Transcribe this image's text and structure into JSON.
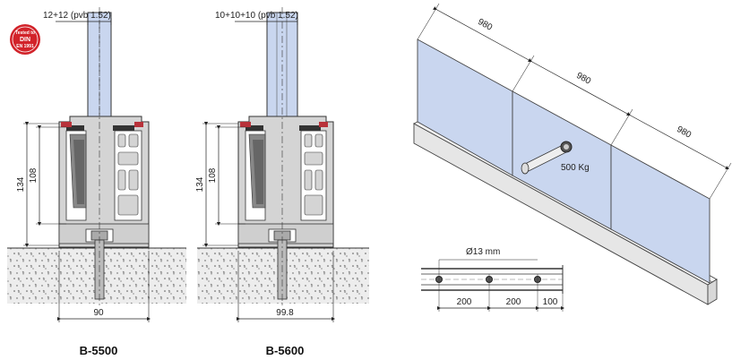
{
  "stamp": {
    "line1": "Tested to",
    "line2": "DIN",
    "line3": "EN 1991"
  },
  "profile_a": {
    "glass_label": "12+12 (pvb 1.52)",
    "height_outer": "134",
    "height_inner": "108",
    "width": "90",
    "model": "B-5500"
  },
  "profile_b": {
    "glass_label": "10+10+10 (pvb 1.52)",
    "height_outer": "134",
    "height_inner": "108",
    "width": "99.8",
    "model": "B-5600"
  },
  "panels": {
    "w1": "980",
    "w2": "980",
    "w3": "980",
    "load": "500 Kg"
  },
  "holes": {
    "diameter": "Ø13 mm",
    "spacing1": "200",
    "spacing2": "200",
    "edge": "100"
  },
  "colors": {
    "glass": "#c9d6ef",
    "concrete": "#e9e9e9",
    "profile": "#d2d2d2",
    "stamp": "#d2232a"
  }
}
